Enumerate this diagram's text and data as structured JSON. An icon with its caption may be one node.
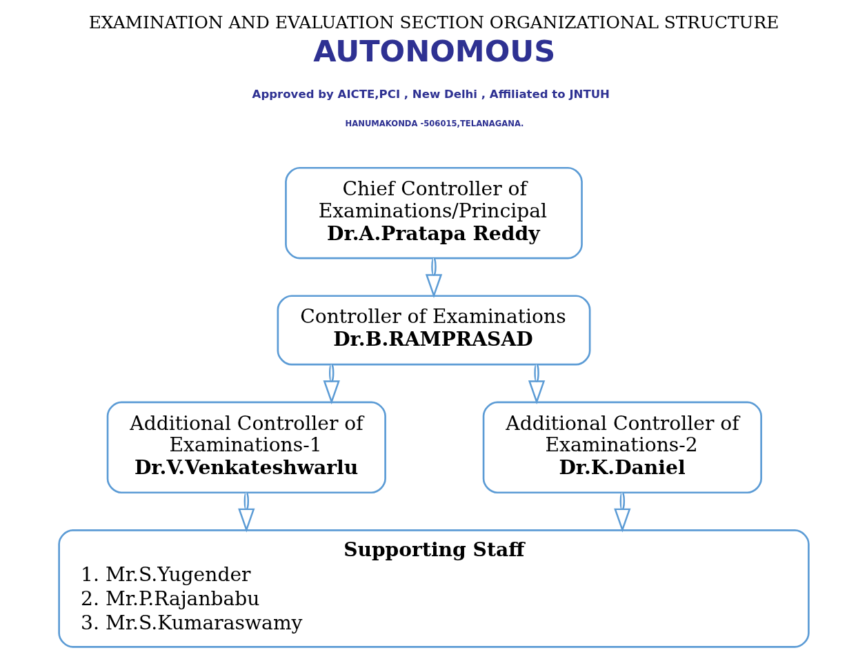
{
  "diagram": {
    "title": "EXAMINATION AND EVALUATION SECTION ORGANIZATIONAL STRUCTURE",
    "nodes": [
      {
        "text": [
          "Chief Controller of Examinations/Principal",
          "Dr.A.Pratapa Reddy"
        ]
      },
      {
        "text": [
          "Controller of Examinations",
          "Dr.B.RAMPRASAD"
        ]
      },
      {
        "text": [
          "Additional Controller of Examinations-1",
          "Dr.V.Venkateshwarlu"
        ]
      },
      {
        "text": [
          "Additional Controller of Examinations-2",
          "Dr.K.Daniel"
        ]
      },
      {
        "text": [
          "Supporting Staff",
          "1. Mr.S.Yugender",
          "2. Mr.P.Rajanbabu",
          "3. Mr.S.Kumaraswamy"
        ]
      }
    ],
    "edges": [
      {
        "from": 0,
        "to": 1,
        "arrow": "to"
      },
      {
        "from": 1,
        "to": 2,
        "arrow": "to"
      },
      {
        "from": 1,
        "to": 3,
        "arrow": "to"
      },
      {
        "from": 2,
        "to": 4,
        "arrow": "to"
      },
      {
        "from": 3,
        "to": 4,
        "arrow": "to"
      }
    ],
    "labels": [
      "AUTONOMOUS",
      "Approved by AICTE,PCI , New Delhi , Affiliated to JNTUH",
      "HANUMAKONDA -506015,TELANAGANA."
    ]
  }
}
